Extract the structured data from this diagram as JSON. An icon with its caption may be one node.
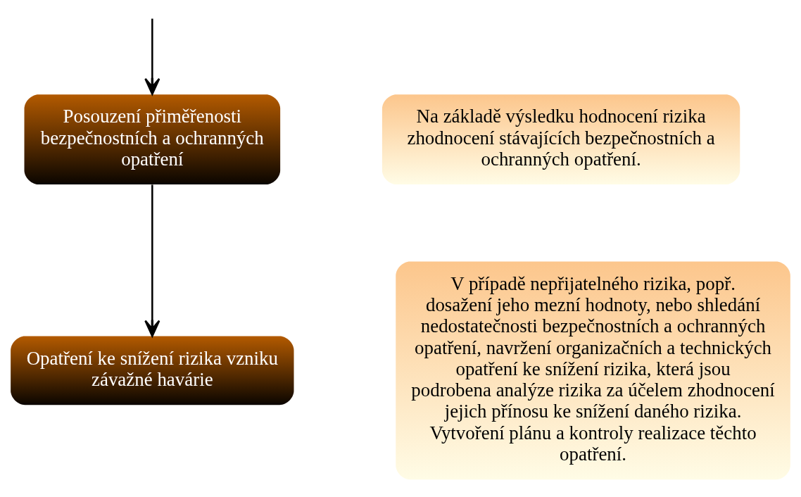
{
  "diagram": {
    "nodes": [
      {
        "text": [
          "Posouzení přiměřenosti bezpečnostních a ochranných opatření"
        ]
      },
      {
        "text": [
          "Opatření ke snížení rizika vzniku závažné havárie"
        ]
      },
      {
        "text": [
          "Na základě výsledku hodnocení rizika zhodnocení stávajících bezpečnostních a ochranných opatření."
        ]
      },
      {
        "text": [
          "V případě nepřijatelného rizika, popř. dosažení jeho mezní hodnoty, nebo shledání nedostatečnosti bezpečnostních a ochranných opatření, navržení organizačních a technických opatření ke snížení rizika, která jsou podrobena analýze rizika za účelem zhodnocení jejich přínosu ke snížení daného rizika. Vytvoření plánu a kontroly realizace těchto opatření."
        ]
      }
    ],
    "edges": [
      {
        "from": null,
        "to": 0,
        "arrow": "to"
      },
      {
        "from": 0,
        "to": 1,
        "arrow": "to"
      }
    ]
  }
}
